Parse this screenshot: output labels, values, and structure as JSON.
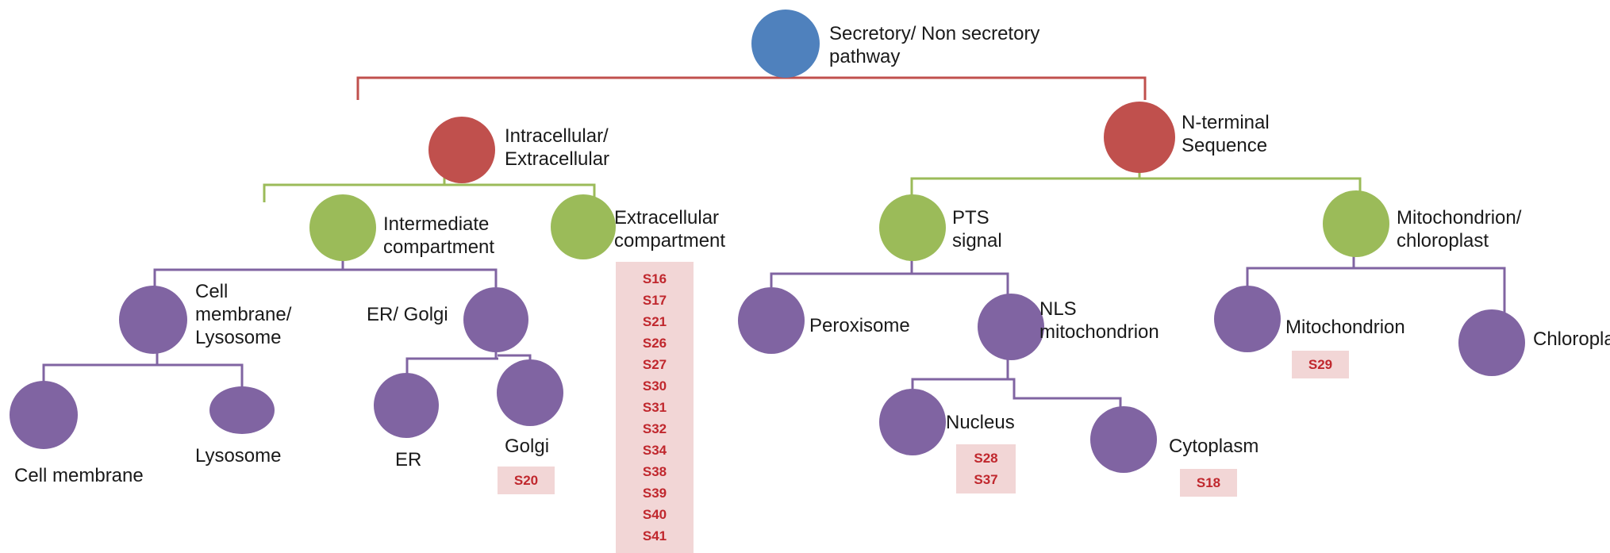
{
  "colors": {
    "root": "#4f81bd",
    "level1": "#c0504d",
    "level2": "#9bbb59",
    "leaf": "#8064a2",
    "badge_bg": "#f2d6d6",
    "badge_text": "#c0272d"
  },
  "nodes": {
    "root": {
      "label_line1": "Secretory/ Non secretory",
      "label_line2": "pathway"
    },
    "intra_extra": {
      "label_line1": "Intracellular/",
      "label_line2": "Extracellular"
    },
    "n_terminal": {
      "label_line1": "N-terminal",
      "label_line2": "Sequence"
    },
    "intermediate": {
      "label_line1": "Intermediate",
      "label_line2": "compartment"
    },
    "extracellular": {
      "label_line1": "Extracellular",
      "label_line2": "compartment"
    },
    "pts": {
      "label_line1": "PTS",
      "label_line2": "signal"
    },
    "mito_chloro": {
      "label_line1": "Mitochondrion/",
      "label_line2": "chloroplast"
    },
    "cell_mem_lyso": {
      "label_line1": "Cell",
      "label_line2": "membrane/",
      "label_line3": "Lysosome"
    },
    "er_golgi": {
      "label": "ER/ Golgi"
    },
    "peroxisome": {
      "label": "Peroxisome"
    },
    "nls": {
      "label_line1": "NLS",
      "label_line2": "mitochondrion"
    },
    "mitochondrion": {
      "label": "Mitochondrion"
    },
    "chloroplast": {
      "label": "Chloroplast"
    },
    "cell_membrane": {
      "label": "Cell membrane"
    },
    "lysosome": {
      "label": "Lysosome"
    },
    "er": {
      "label": "ER"
    },
    "golgi": {
      "label": "Golgi"
    },
    "nucleus": {
      "label": "Nucleus"
    },
    "cytoplasm": {
      "label": "Cytoplasm"
    }
  },
  "badges": {
    "extracellular": [
      "S16",
      "S17",
      "S21",
      "S26",
      "S27",
      "S30",
      "S31",
      "S32",
      "S34",
      "S38",
      "S39",
      "S40",
      "S41"
    ],
    "golgi": [
      "S20"
    ],
    "nucleus": [
      "S28",
      "S37"
    ],
    "cytoplasm": [
      "S18"
    ],
    "mitochondrion": [
      "S29"
    ]
  }
}
